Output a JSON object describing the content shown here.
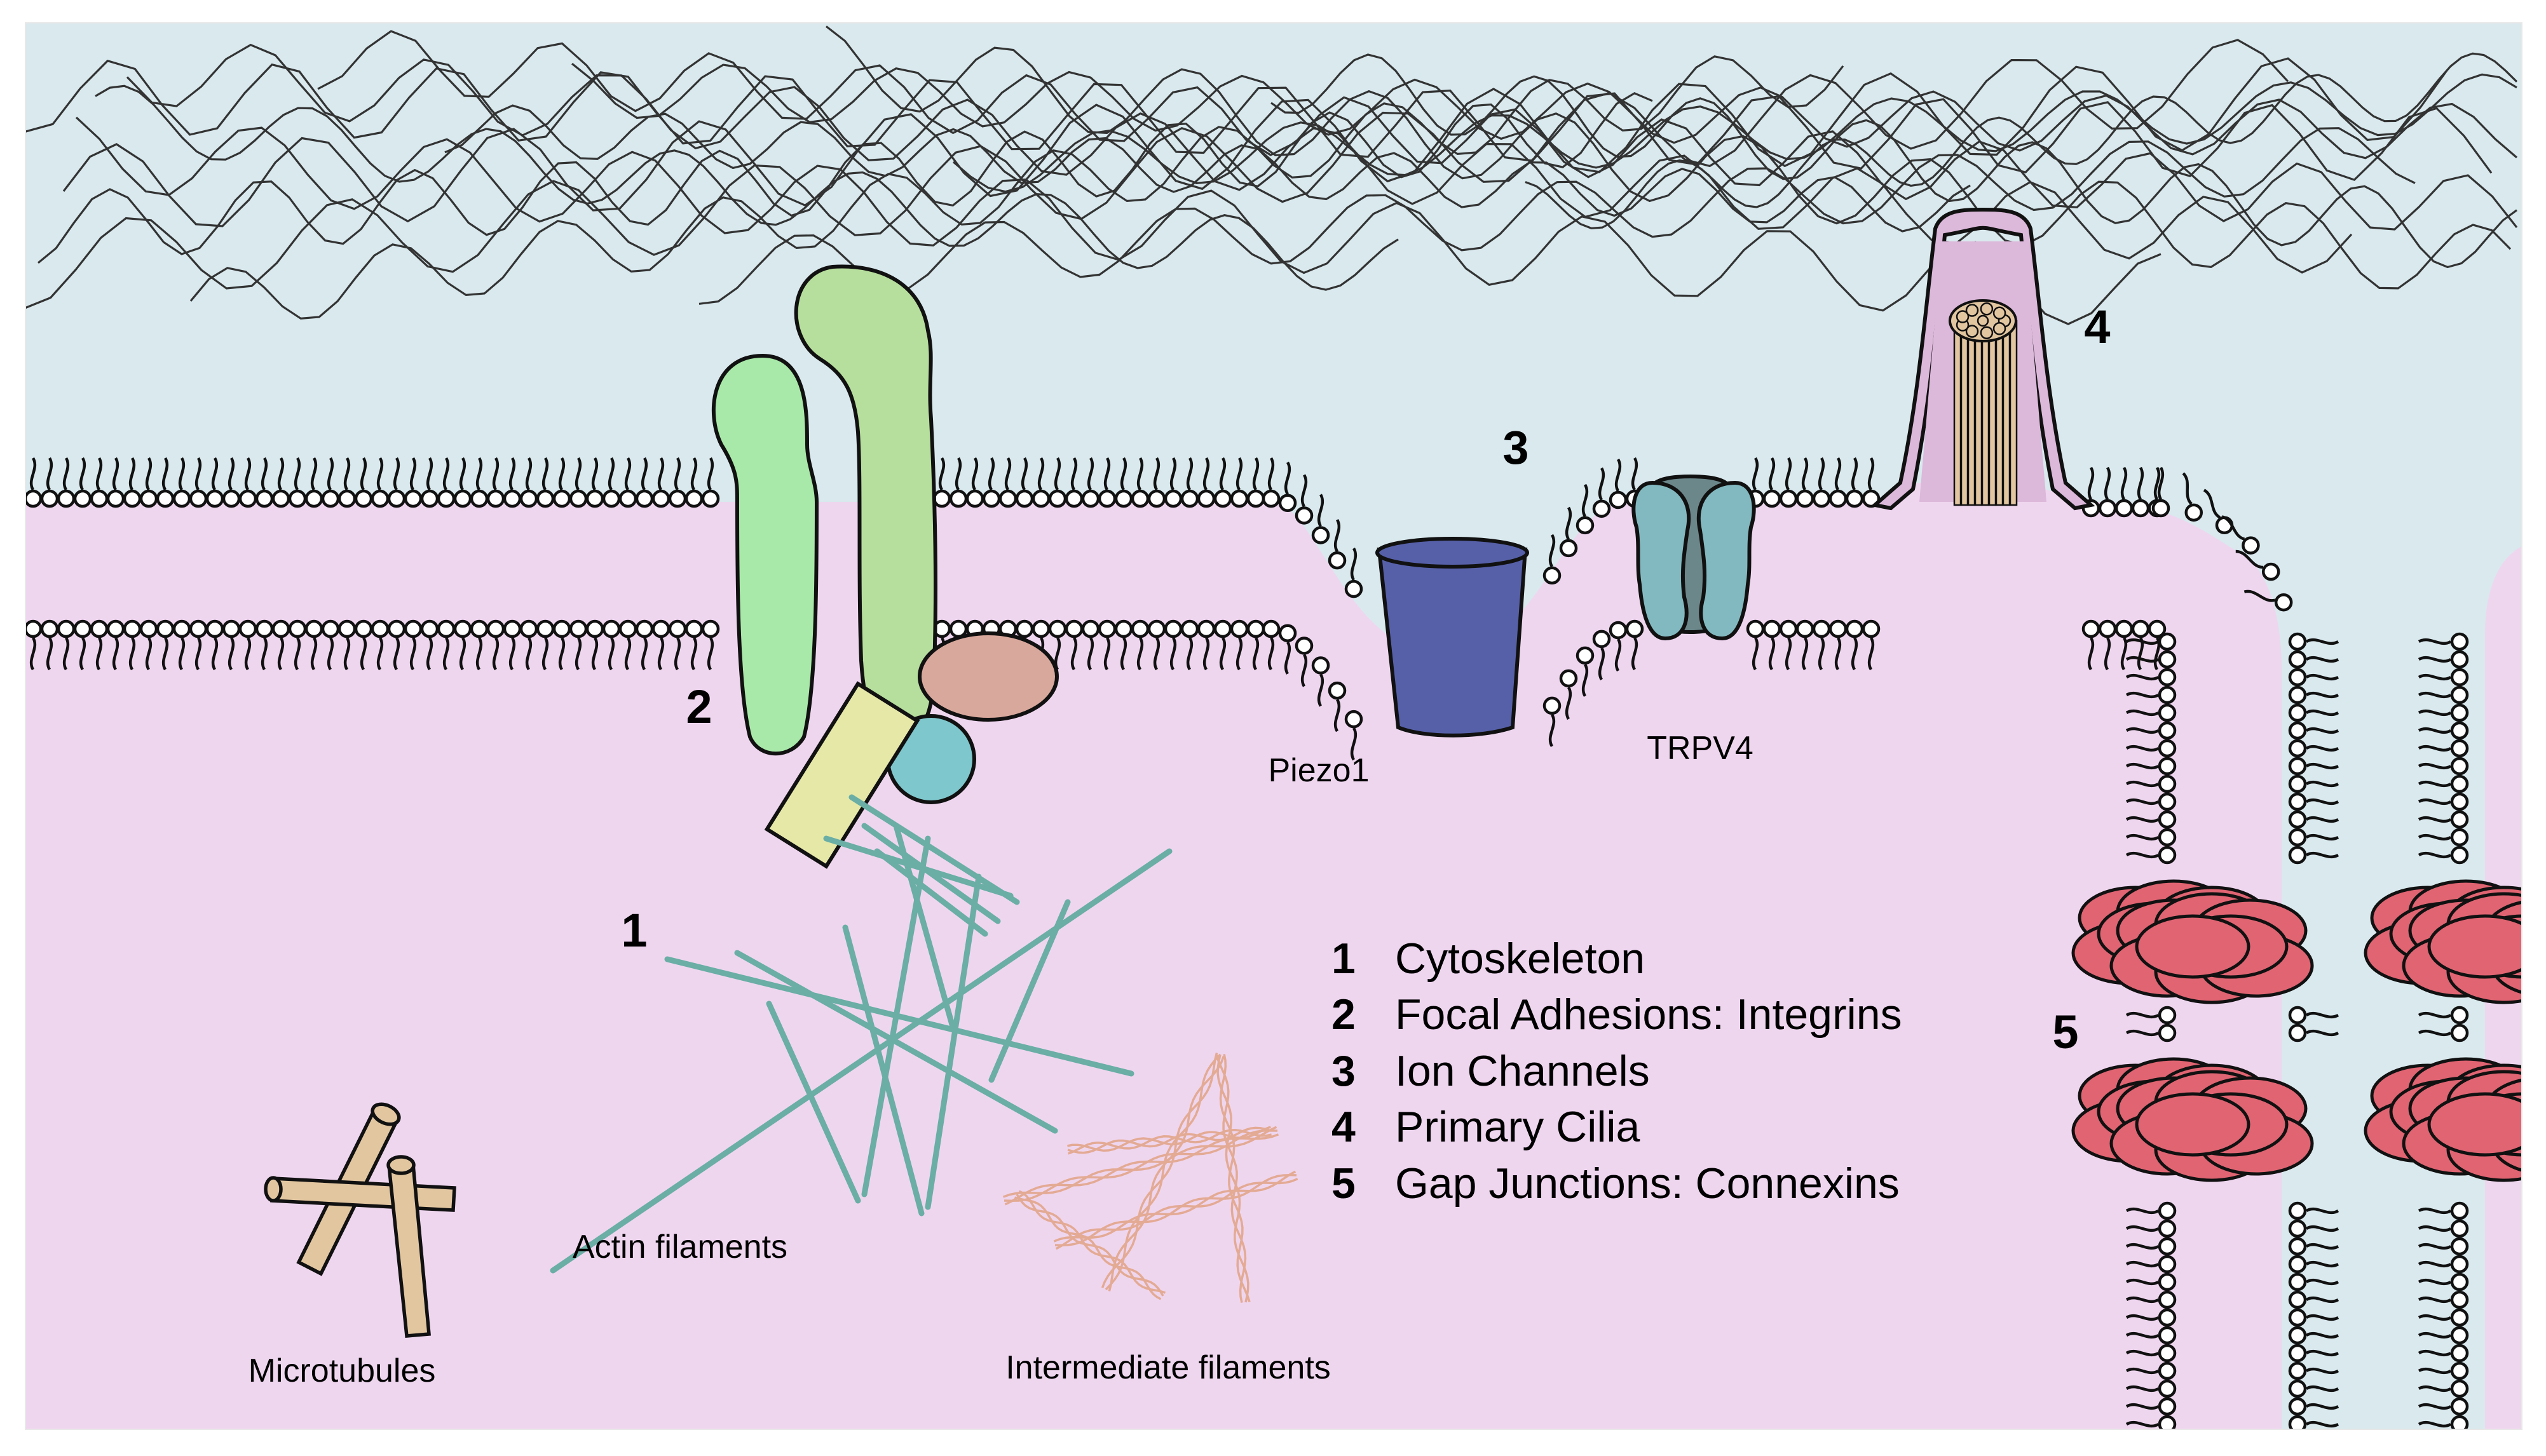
{
  "colors": {
    "background": "#d9e9ee",
    "cytoplasm": "#efd6ef",
    "membrane_head_fill": "#ffffff",
    "membrane_stroke": "#111111",
    "integrin_alpha": "#a8e8a8",
    "integrin_beta": "#b6de9c",
    "talin_pink": "#d9a89c",
    "kindlin_teal": "#7ec7cc",
    "adaptor_yellow": "#e6e8a8",
    "actin": "#6aaea6",
    "intermediate": "#e3aa94",
    "microtubule": "#e2c6a0",
    "piezo": "#5660a8",
    "trpv4_side": "#82b9c0",
    "trpv4_center": "#6b878a",
    "cilium": "#dcb8da",
    "axoneme": "#e2c6a0",
    "connexin": "#e06472"
  },
  "labels": {
    "n1": "1",
    "n2": "2",
    "n3": "3",
    "n4": "4",
    "n5": "5",
    "piezo": "Piezo1",
    "trpv4": "TRPV4",
    "actin": "Actin filaments",
    "microtubules": "Microtubules",
    "intermediate": "Intermediate filaments"
  },
  "legend": [
    {
      "num": "1",
      "text": "Cytoskeleton"
    },
    {
      "num": "2",
      "text": "Focal Adhesions: Integrins"
    },
    {
      "num": "3",
      "text": "Ion Channels"
    },
    {
      "num": "4",
      "text": "Primary Cilia"
    },
    {
      "num": "5",
      "text": "Gap Junctions: Connexins"
    }
  ],
  "icons": {
    "integrin": "integrin-icon",
    "piezo": "ion-channel-icon",
    "trpv4": "ion-channel-icon",
    "cilium": "cilium-icon",
    "connexin": "gap-junction-icon"
  }
}
